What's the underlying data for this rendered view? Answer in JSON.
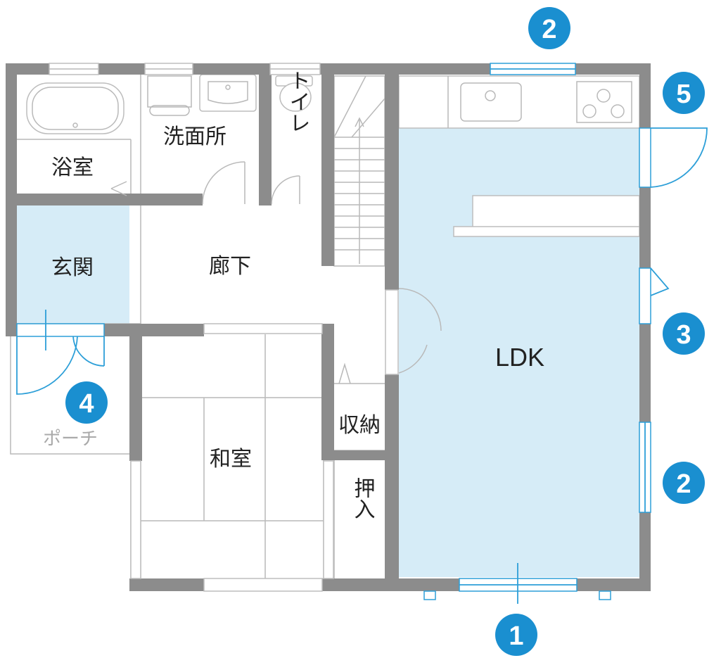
{
  "colors": {
    "wall": "#8c8c8c",
    "highlight_room_fill": "#d6ecf7",
    "accent_blue": "#2d9fd8",
    "marker_fill": "#1a8fd0"
  },
  "rooms": {
    "bath": "浴室",
    "washroom": "洗面所",
    "toilet": "トイレ",
    "entrance": "玄関",
    "hallway": "廊下",
    "ldk": "LDK",
    "storage": "収納",
    "oshiire": "押入",
    "washitsu": "和室",
    "porch": "ポーチ"
  },
  "markers": [
    "1",
    "2",
    "3",
    "4",
    "5",
    "2"
  ]
}
